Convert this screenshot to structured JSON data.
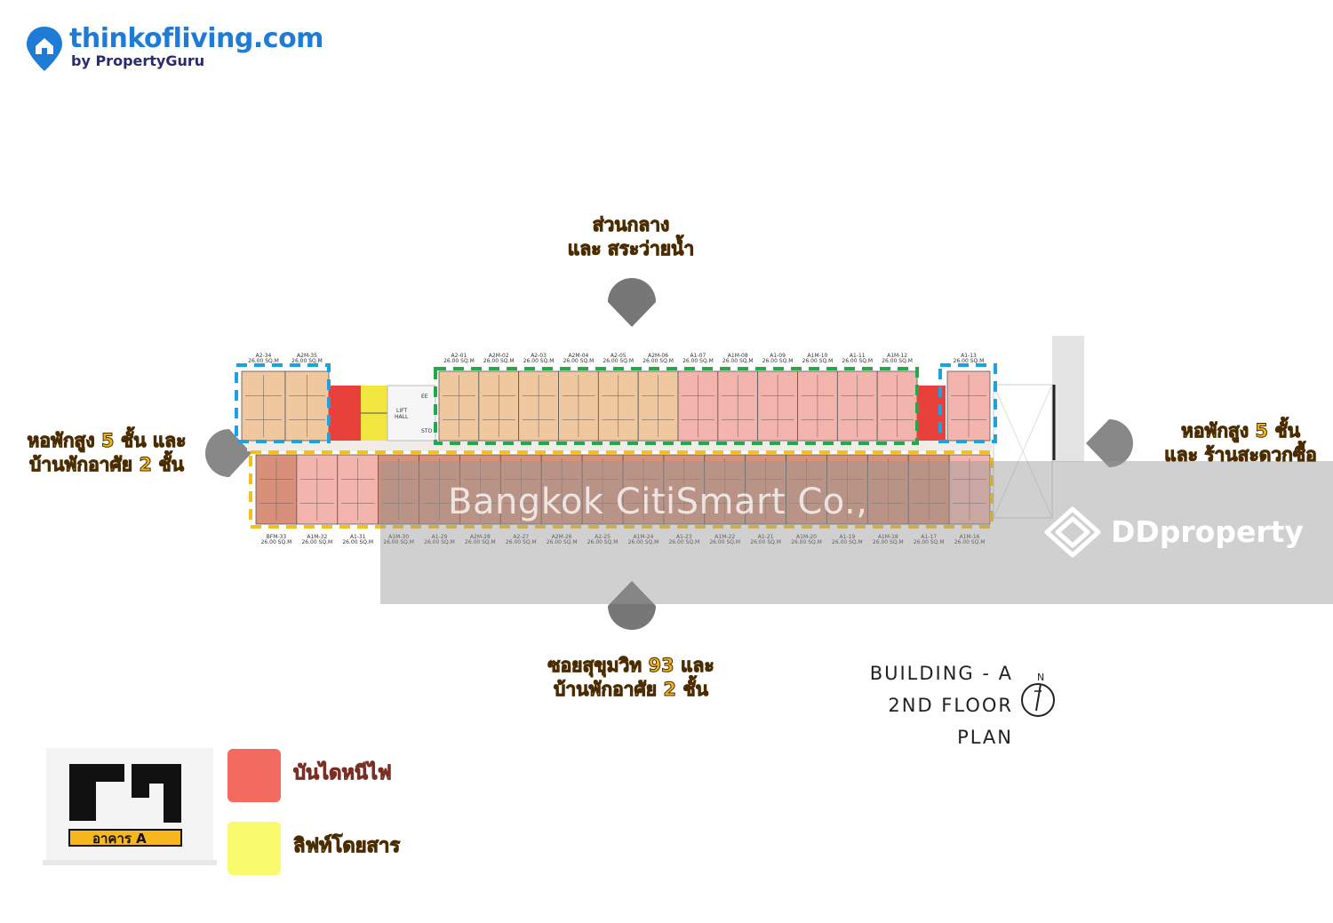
{
  "brand": {
    "name": "thinkofliving.com",
    "sub": "by PropertyGuru",
    "color": "#1f7cd6"
  },
  "views": {
    "top": [
      "ส่วนกลาง",
      "และ สระว่ายน้ำ"
    ],
    "left": [
      "หอพักสูง 5 ชั้น และ",
      "บ้านพักอาศัย 2 ชั้น"
    ],
    "right": [
      "หอพักสูง 5 ชั้น",
      "และ ร้านสะดวกซื้อ"
    ],
    "bottom": [
      "ซอยสุขุมวิท 93 และ",
      "บ้านพักอาศัย 2 ชั้น"
    ]
  },
  "title": {
    "line1": "BUILDING - A",
    "line2": "2ND FLOOR PLAN",
    "north": "N"
  },
  "watermark": "Bangkok CitiSmart Co.,",
  "dd_brand": "DDproperty",
  "legend": [
    {
      "label": "บันไดหนีไฟ",
      "color": "#f36a5e"
    },
    {
      "label": "ลิฟท์โดยสาร",
      "color": "#fafa6e"
    }
  ],
  "keymap": {
    "label": "อาคาร A"
  },
  "plan": {
    "hall_labels": [
      "LIFT",
      "HALL",
      "EE",
      "STO"
    ],
    "top_units": [
      "A2-34",
      "A2M-35",
      "A2-01",
      "A2M-02",
      "A2-03",
      "A2M-04",
      "A2-05",
      "A2M-06",
      "A1-07",
      "A1M-08",
      "A1-09",
      "A1M-10",
      "A1-11",
      "A1M-12",
      "A1-13"
    ],
    "bottom_units": [
      "BFM-33",
      "A1M-32",
      "A1-31",
      "A1M-30",
      "A1-29",
      "A2M-28",
      "A2-27",
      "A2M-26",
      "A2-25",
      "A1M-24",
      "A1-23",
      "A1M-22",
      "A1-21",
      "A1M-20",
      "A1-19",
      "A1M-18",
      "A1-17",
      "A1M-16"
    ],
    "area": "26.00 SQ.M",
    "colors": {
      "tan": "#f0c8a0",
      "pink": "#f4b4ae",
      "brown": "#d8907a",
      "stair": "#e8403a",
      "lift": "#f2e640",
      "blue": "#1aa3e0",
      "green": "#23a84a",
      "yellow": "#f2c21c"
    }
  }
}
